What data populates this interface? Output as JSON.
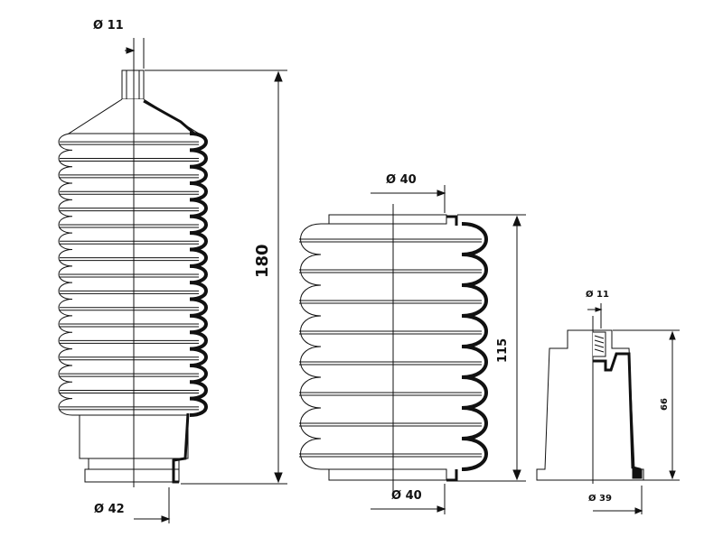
{
  "labels": {
    "boot1_top_dia": "Ø 11",
    "boot1_bottom_dia": "Ø 42",
    "boot1_length": "180",
    "boot2_top_dia": "Ø 40",
    "boot2_bottom_dia": "Ø 40",
    "boot2_length": "115",
    "boot3_top_dia": "Ø 11",
    "boot3_bottom_dia": "Ø 39",
    "boot3_length": "66"
  },
  "colors": {
    "line": "#111111",
    "fill": "#ffffff",
    "thick": "#000000"
  }
}
